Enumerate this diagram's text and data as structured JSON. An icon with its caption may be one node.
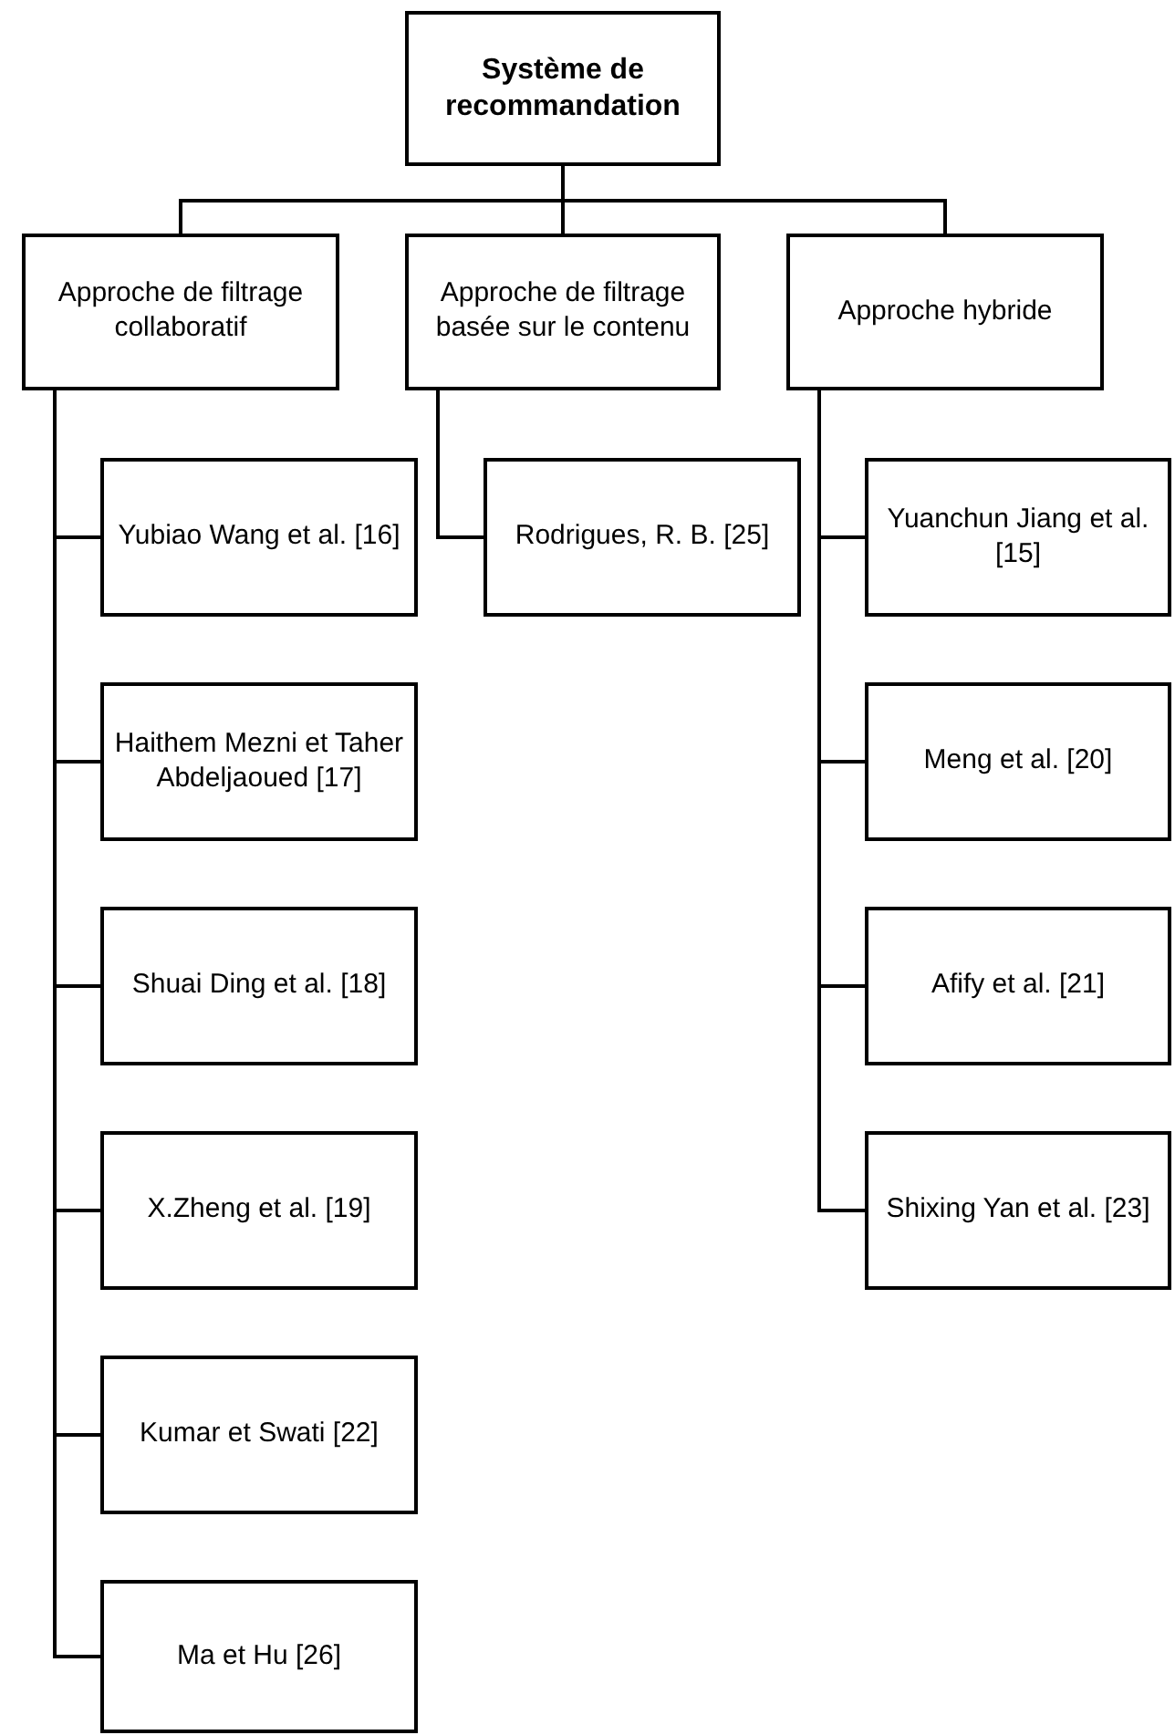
{
  "diagram": {
    "nodes": [
      {
        "text": [
          "Système de recommandation"
        ]
      },
      {
        "text": [
          "Approche de filtrage collaboratif"
        ]
      },
      {
        "text": [
          "Approche de filtrage basée sur le contenu"
        ]
      },
      {
        "text": [
          "Approche hybride"
        ]
      },
      {
        "text": [
          "Yubiao Wang et al. [16]"
        ]
      },
      {
        "text": [
          "Haithem Mezni et Taher Abdeljaoued [17]"
        ]
      },
      {
        "text": [
          "Shuai Ding et al. [18]"
        ]
      },
      {
        "text": [
          "X.Zheng et al. [19]"
        ]
      },
      {
        "text": [
          "Kumar et Swati [22]"
        ]
      },
      {
        "text": [
          "Ma et Hu [26]"
        ]
      },
      {
        "text": [
          "Rodrigues, R. B. [25]"
        ]
      },
      {
        "text": [
          "Yuanchun Jiang et al. [15]"
        ]
      },
      {
        "text": [
          "Meng et al. [20]"
        ]
      },
      {
        "text": [
          "Afify et al. [21]"
        ]
      },
      {
        "text": [
          "Shixing Yan et al. [23]"
        ]
      }
    ],
    "edges": [
      {
        "from": 0,
        "to": 1,
        "arrow": "none"
      },
      {
        "from": 0,
        "to": 2,
        "arrow": "none"
      },
      {
        "from": 0,
        "to": 3,
        "arrow": "none"
      },
      {
        "from": 1,
        "to": 4,
        "arrow": "none"
      },
      {
        "from": 1,
        "to": 5,
        "arrow": "none"
      },
      {
        "from": 1,
        "to": 6,
        "arrow": "none"
      },
      {
        "from": 1,
        "to": 7,
        "arrow": "none"
      },
      {
        "from": 1,
        "to": 8,
        "arrow": "none"
      },
      {
        "from": 1,
        "to": 9,
        "arrow": "none"
      },
      {
        "from": 2,
        "to": 10,
        "arrow": "none"
      },
      {
        "from": 3,
        "to": 11,
        "arrow": "none"
      },
      {
        "from": 3,
        "to": 12,
        "arrow": "none"
      },
      {
        "from": 3,
        "to": 13,
        "arrow": "none"
      },
      {
        "from": 3,
        "to": 14,
        "arrow": "none"
      }
    ]
  }
}
